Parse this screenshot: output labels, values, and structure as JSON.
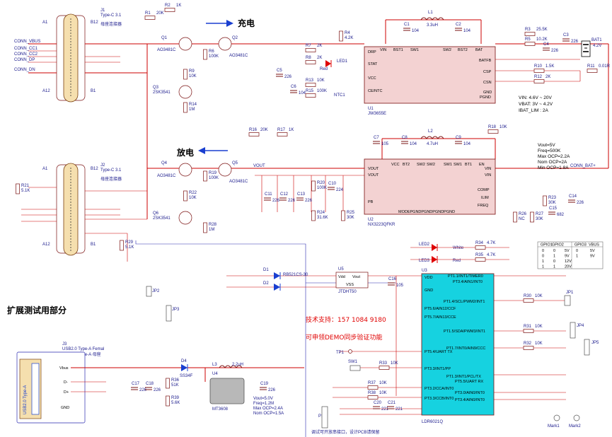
{
  "charge_label": "充电",
  "discharge_label": "放电",
  "ext_test_label": "扩展测试用部分",
  "support_text": "技术支持：157 1084 9180",
  "demo_text": "可申领DEMO同步验证功能",
  "tp1_label": "TP1",
  "j1": {
    "ref": "J1",
    "name": "Type-C 3.1",
    "desc": "母座连接器",
    "a1": "A1",
    "b12": "B12",
    "a12": "A12",
    "b1": "B1"
  },
  "j2": {
    "ref": "J2",
    "name": "Type-C 3.1",
    "desc": "母座连接器",
    "a1": "A1",
    "b12": "B12",
    "a12": "A12",
    "b1": "B1"
  },
  "j3": {
    "ref": "J3",
    "name": "USB2.0 Type-A Femal",
    "desc": "USB2.0 Type-A 母座",
    "body": "USB2.0 Type-A"
  },
  "j3_pins": {
    "vbus": "Vbus",
    "dm": "D-",
    "dp": "D+",
    "gnd": "GND"
  },
  "u1": {
    "ref": "U1",
    "part": "JW3655E",
    "left_pins": [
      "DRP",
      "STAT",
      "VCC",
      "CE/NTC"
    ],
    "top_pins": [
      "VIN",
      "BST1",
      "SW1",
      "SW2",
      "BST2",
      "BAT"
    ],
    "right_pins": [
      "BATFB",
      "CSP",
      "CSN",
      "GND",
      "PGND"
    ]
  },
  "u2": {
    "ref": "U2",
    "part": "NX3223QFKR",
    "left_pins": [
      "VOUT",
      "VOUT",
      "PB"
    ],
    "top_pins": [
      "VCC",
      "BT2",
      "SW2",
      "SW2",
      "SW1",
      "SW1",
      "BT1",
      "EN"
    ],
    "right_pins": [
      "VIN",
      "VIN",
      "COMP",
      "ILIM",
      "FREQ"
    ],
    "bottom_pins": "MODEPGNDPGNDPGNDPGND"
  },
  "u3": {
    "ref": "U3",
    "part": "LDR6021Q",
    "left_pins": [
      "VDD",
      "GND",
      "PT5.6/AIN12/CCF",
      "PT5.7/AIN13/CCE",
      "PT5.4/UART TX",
      "PT3.3/INT1/PP",
      "PT3.2/CCA/INT0",
      "PT3.3/CCB/INT0"
    ],
    "right_pins": [
      "PT1.1/INT1/TIMER0",
      "PT3.4/AIN1/INT0",
      "PT1.4/SCL/PWM2/INT1",
      "PT1.5/SDA/PWM3/INT1",
      "PT1.7/INT0/AIN9/CCC",
      "PT1.3/INT1/PCL/TX",
      "PT5.5/UART RX",
      "PT3.0/AIN0/INT0",
      "PT3.4/AIN0/INT0"
    ]
  },
  "u4": {
    "ref": "U4",
    "part": "MT3608"
  },
  "u5": {
    "ref": "U5",
    "part": "JTDHT50",
    "pins": [
      "Vdd",
      "Vout",
      "VSS"
    ]
  },
  "transistors": [
    "Q1",
    "Q2",
    "Q3",
    "Q4",
    "Q5",
    "Q6"
  ],
  "q_parts": {
    "q1": "AO3481C",
    "q2": "AO3481C",
    "q3": "2SK3541",
    "q4": "AO3481C",
    "q5": "AO3481C",
    "q6": "2SK3541"
  },
  "bat1": {
    "ref": "BAT1",
    "volt": "4.2V"
  },
  "spec1": [
    "VIN: 4.6V ~ 20V",
    "VBAT: 3V ~ 4.2V",
    "IBAT_LIM : 2A"
  ],
  "spec2": [
    "Vout=5V",
    "Freq=500K",
    "Max OCP=2.2A",
    "Nom OCP=2A",
    "Min OCP=1.8A"
  ],
  "spec3": [
    "Vout=5.0V",
    "Freq=1.2M",
    "Max OCP=2.4A",
    "Nom OCP=1.5A"
  ],
  "leds": {
    "led1": "LED1",
    "led2": "LED2",
    "led3": "LED3",
    "white": "White",
    "red": "Red",
    "led1_color": "Red"
  },
  "resistors": {
    "R1": "20K",
    "R2": "1K",
    "R3": "25.5K",
    "R4": "4.2K",
    "R5": "10.2K",
    "R6": "100K",
    "R7": "2K",
    "R8": "2K",
    "R9": "10K",
    "R10": "1.5K",
    "R11": "0.01R",
    "R12": "2K",
    "R13": "10K",
    "R14": "1M",
    "R15": "100K",
    "R16": "20K",
    "R17": "1K",
    "R18": "10K",
    "R19": "100K",
    "R20": "100K",
    "R21": "5.1K",
    "R22": "10K",
    "R23": "30K",
    "R24": "31.6K",
    "R25": "30K",
    "R26": "NC",
    "R27": "30K",
    "R28": "1M",
    "R29": "5.1K",
    "R30": "10K",
    "R31": "10K",
    "R32": "10K",
    "R33": "10K",
    "R34": "4.7K",
    "R35": "4.7K",
    "R36": "51K",
    "R37": "10K",
    "R38": "10K",
    "R39": "5.6K"
  },
  "caps": [
    "C1",
    "C2",
    "C3",
    "C4",
    "C5",
    "C6",
    "C7",
    "C8",
    "C9",
    "C10",
    "C11",
    "C12",
    "C13",
    "C14",
    "C15",
    "C16",
    "C17",
    "C18",
    "C19",
    "C20",
    "C21"
  ],
  "cap_values": {
    "C1": "104",
    "C2": "104",
    "C3": "226",
    "C4": "226",
    "C5": "226",
    "C6": "104",
    "C7": "105",
    "C8": "104",
    "C9": "104",
    "C10": "224",
    "C11": "226",
    "C12": "226",
    "C13": "226",
    "C14": "226",
    "C15": "682",
    "C16": "105",
    "C17": "226",
    "C18": "226",
    "C19": "226",
    "C20": "221",
    "C21": "221"
  },
  "inductors": {
    "L1": "3.3uH",
    "L2": "4.7uH",
    "L3": "2.2uH"
  },
  "diodes": {
    "d1": "D1",
    "d2": "D2",
    "d4": "D4",
    "d1_part": "RB521CS-30",
    "d4_part": "SS34F"
  },
  "switches": {
    "sw1": "SW1",
    "jp1": "JP1",
    "jp2": "JP2",
    "jp3": "JP3",
    "jp4": "JP4",
    "jp5": "JP5",
    "p1": "P1"
  },
  "ntc": "NTC1",
  "marks": [
    "Mark1",
    "Mark2"
  ],
  "gpio_table": {
    "headers": [
      "GPIO1",
      "GPIO2",
      "",
      "GPIO3",
      "VBUS"
    ],
    "rows": [
      [
        "0",
        "0",
        "5V",
        "0",
        "5V"
      ],
      [
        "0",
        "1",
        "9V",
        "1",
        "9V"
      ],
      [
        "1",
        "0",
        "12V",
        "",
        ""
      ],
      [
        "1",
        "1",
        "20V",
        "",
        ""
      ]
    ]
  },
  "nets": {
    "vbus": "CONN_VBUS",
    "bat": "CONN_BAT+",
    "vout": "VOUT",
    "cc1": "CONN_CC1",
    "cc2": "CONN_CC2",
    "dp": "CONN_DP",
    "dn": "CONN_DN"
  },
  "bottom_note": "调试可开放串接口，设计PCB请保留"
}
